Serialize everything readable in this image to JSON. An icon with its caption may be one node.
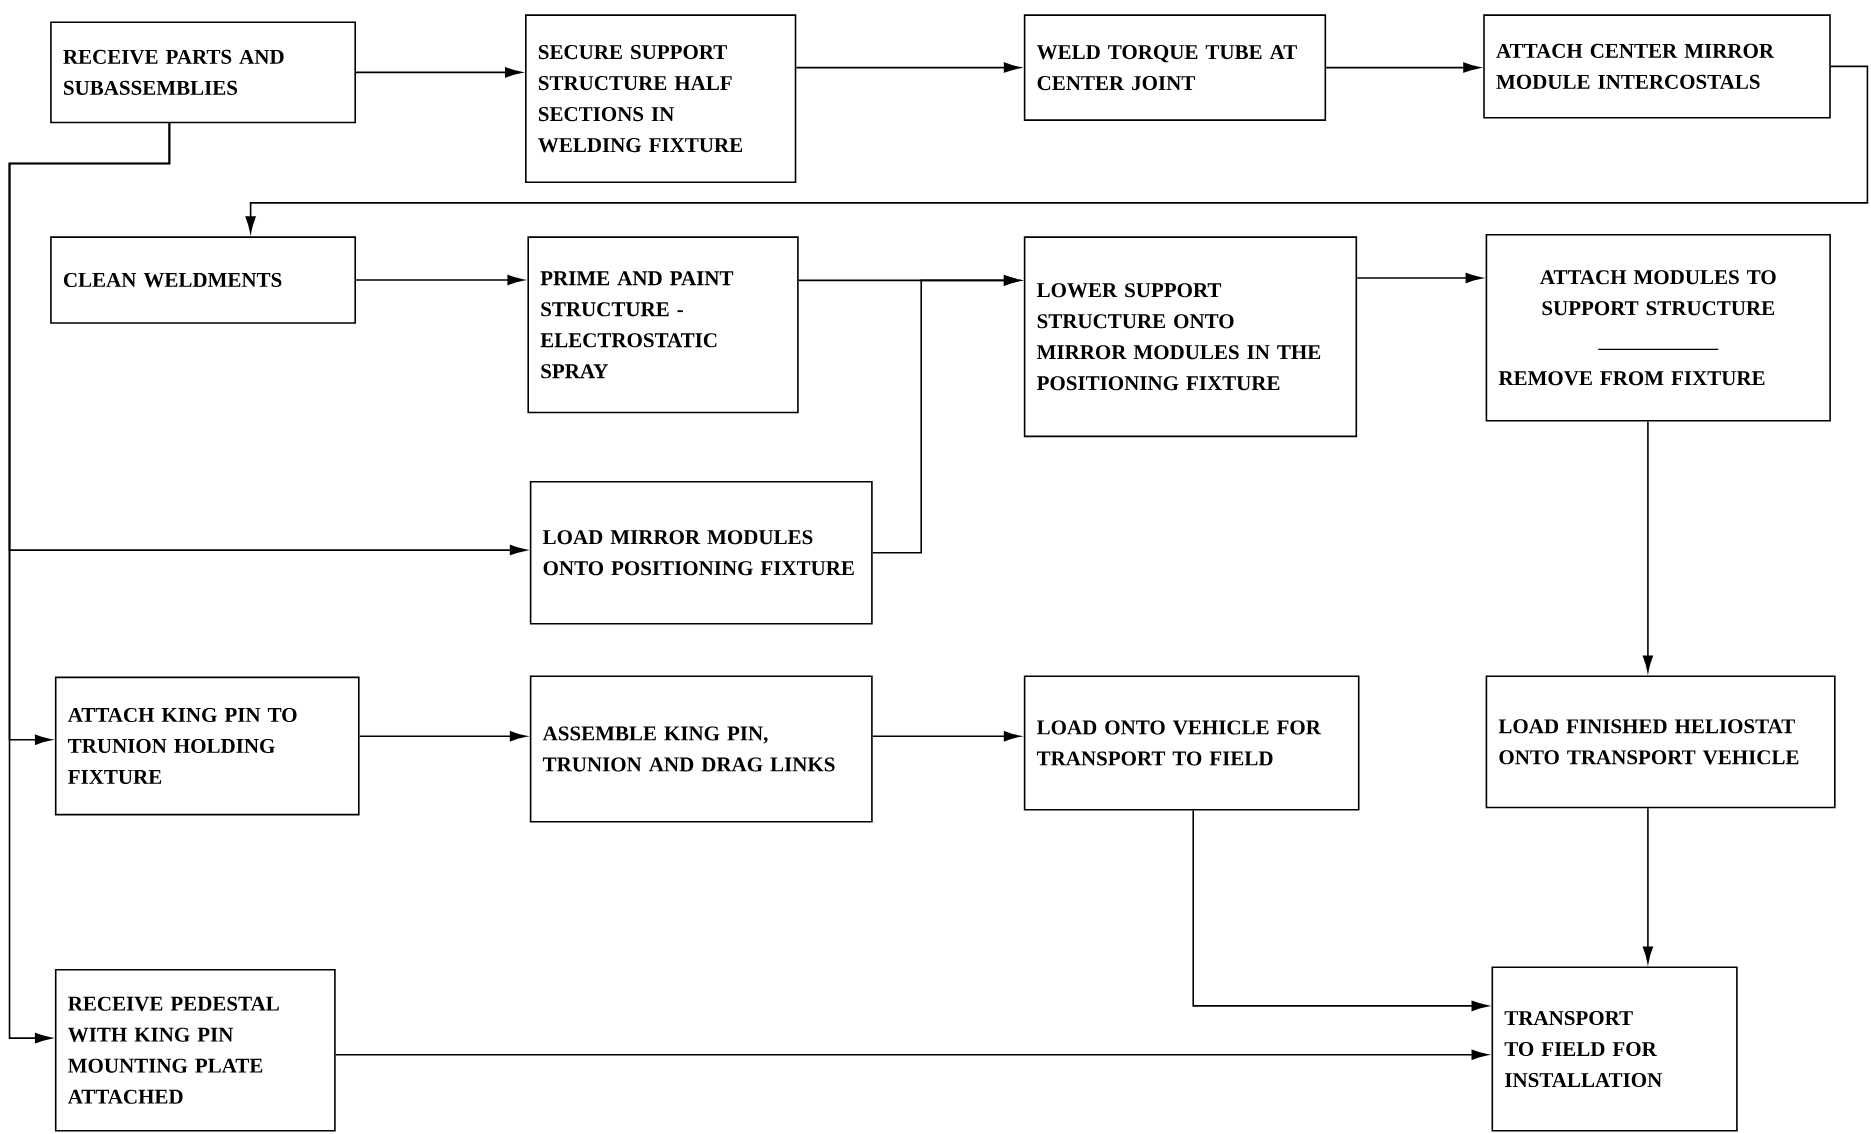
{
  "diagram": {
    "nodes": [
      {
        "text": [
          "RECEIVE PARTS AND SUBASSEMBLIES"
        ]
      },
      {
        "text": [
          "SECURE SUPPORT STRUCTURE HALF SECTIONS IN WELDING FIXTURE"
        ]
      },
      {
        "text": [
          "WELD TORQUE TUBE AT CENTER JOINT"
        ]
      },
      {
        "text": [
          "ATTACH CENTER MIRROR MODULE INTERCOSTALS"
        ]
      },
      {
        "text": [
          "CLEAN WELDMENTS"
        ]
      },
      {
        "text": [
          "PRIME AND PAINT STRUCTURE - ELECTROSTATIC SPRAY"
        ]
      },
      {
        "text": [
          "LOWER SUPPORT STRUCTURE ONTO MIRROR MODULES IN THE POSITIONING FIXTURE"
        ]
      },
      {
        "text": [
          "ATTACH MODULES TO SUPPORT STRUCTURE",
          "REMOVE FROM FIXTURE"
        ]
      },
      {
        "text": [
          "LOAD MIRROR MODULES ONTO POSITIONING FIXTURE"
        ]
      },
      {
        "text": [
          "ATTACH KING PIN TO TRUNION HOLDING FIXTURE"
        ]
      },
      {
        "text": [
          "ASSEMBLE KING PIN, TRUNION AND DRAG LINKS"
        ]
      },
      {
        "text": [
          "LOAD ONTO VEHICLE FOR TRANSPORT TO FIELD"
        ]
      },
      {
        "text": [
          "LOAD FINISHED HELIOSTAT ONTO TRANSPORT VEHICLE"
        ]
      },
      {
        "text": [
          "RECEIVE PEDESTAL WITH KING PIN MOUNTING PLATE ATTACHED"
        ]
      },
      {
        "text": [
          "TRANSPORT TO FIELD FOR INSTALLATION"
        ]
      }
    ],
    "edges": [
      {
        "from": 0,
        "to": 1,
        "arrow": "to"
      },
      {
        "from": 1,
        "to": 2,
        "arrow": "to"
      },
      {
        "from": 2,
        "to": 3,
        "arrow": "to"
      },
      {
        "from": 3,
        "to": 4,
        "arrow": "to"
      },
      {
        "from": 4,
        "to": 5,
        "arrow": "to"
      },
      {
        "from": 5,
        "to": 6,
        "arrow": "to"
      },
      {
        "from": 8,
        "to": 6,
        "arrow": "to"
      },
      {
        "from": 6,
        "to": 7,
        "arrow": "to"
      },
      {
        "from": 7,
        "to": 12,
        "arrow": "to"
      },
      {
        "from": 12,
        "to": 14,
        "arrow": "to"
      },
      {
        "from": 11,
        "to": 14,
        "arrow": "to"
      },
      {
        "from": 13,
        "to": 14,
        "arrow": "to"
      },
      {
        "from": 0,
        "to": 8,
        "arrow": "to"
      },
      {
        "from": 0,
        "to": 9,
        "arrow": "to"
      },
      {
        "from": 0,
        "to": 13,
        "arrow": "to"
      },
      {
        "from": 9,
        "to": 10,
        "arrow": "to"
      },
      {
        "from": 10,
        "to": 11,
        "arrow": "to"
      }
    ]
  }
}
